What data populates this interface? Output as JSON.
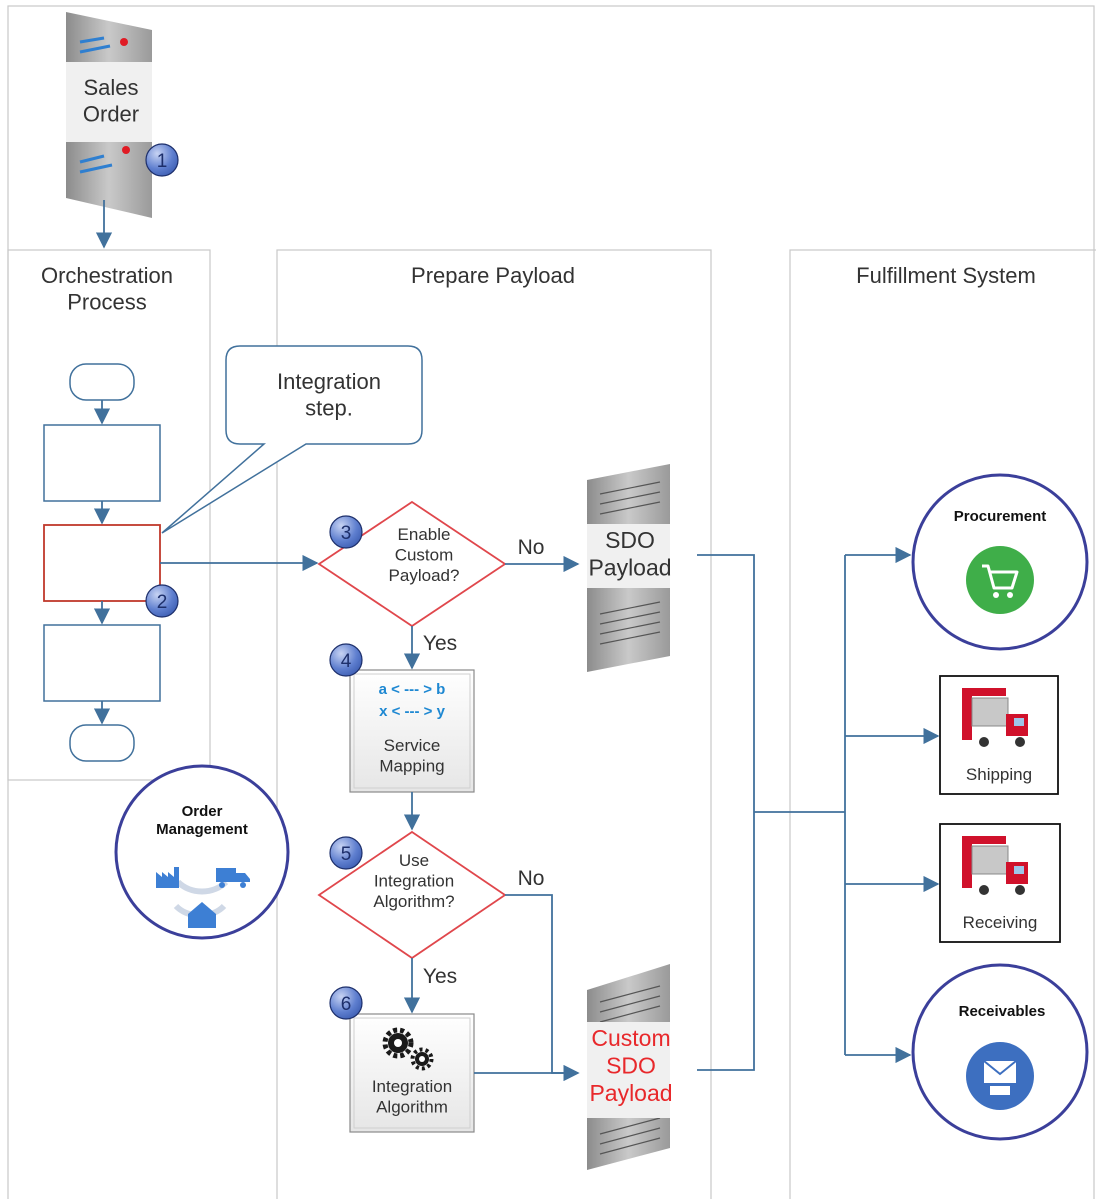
{
  "lanes": {
    "orchestration": "Orchestration\nProcess",
    "prepare": "Prepare Payload",
    "fulfillment": "Fulfillment System"
  },
  "sales_order": {
    "label": "Sales\nOrder",
    "step": "1"
  },
  "callout": {
    "text": "Integration\nstep."
  },
  "orchestration_steps": {
    "integration_step_number": "2"
  },
  "decision_custom_payload": {
    "label": "Enable\nCustom\nPayload?",
    "step": "3",
    "no_label": "No",
    "yes_label": "Yes"
  },
  "sdo_payload": {
    "label": "SDO\nPayload"
  },
  "service_mapping": {
    "line1": "a < --- > b",
    "line2": "x < --- > y",
    "label": "Service\nMapping",
    "step": "4"
  },
  "decision_algorithm": {
    "label": "Use\nIntegration\nAlgorithm?",
    "step": "5",
    "no_label": "No",
    "yes_label": "Yes"
  },
  "integration_algorithm": {
    "label": "Integration\nAlgorithm",
    "step": "6"
  },
  "custom_payload": {
    "label": "Custom\nSDO\nPayload"
  },
  "order_management": {
    "label": "Order\nManagement"
  },
  "targets": {
    "procurement": "Procurement",
    "shipping": "Shipping",
    "receiving": "Receiving",
    "receivables": "Receivables"
  },
  "colors": {
    "flow": "#41719c",
    "highlight": "#c0392b",
    "custom_text": "#e8282b",
    "mapping_text": "#1e88d2",
    "badge": "#4a6fc2",
    "circle_border": "#3b3f9a",
    "procurement_green": "#3fae49",
    "receivables_blue": "#3d6fc0",
    "truck_red": "#d0112b"
  }
}
